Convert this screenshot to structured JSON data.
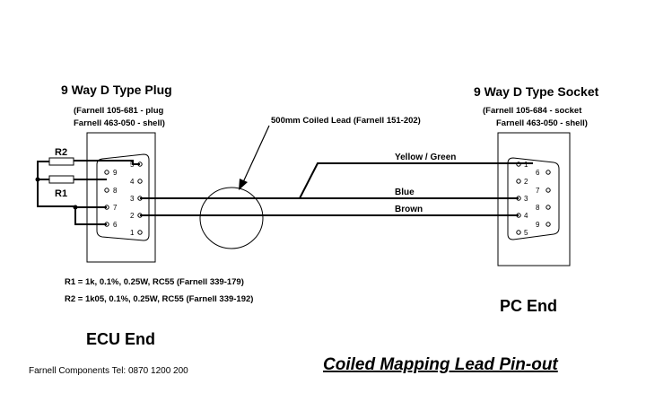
{
  "left_connector": {
    "title": "9 Way D Type Plug",
    "part_line1": "(Farnell 105-681 - plug",
    "part_line2": "Farnell 463-050 - shell)",
    "top_row_pins": [
      "5",
      "4",
      "3",
      "2",
      "1"
    ],
    "bottom_row_pins": [
      "9",
      "8",
      "7",
      "6"
    ]
  },
  "right_connector": {
    "title": "9 Way D Type Socket",
    "part_line1": "(Farnell 105-684  - socket",
    "part_line2": "Farnell 463-050 - shell)",
    "top_row_pins": [
      "1",
      "2",
      "3",
      "4",
      "5"
    ],
    "bottom_row_pins": [
      "6",
      "7",
      "8",
      "9"
    ]
  },
  "cable_label": "500mm Coiled Lead (Farnell 151-202)",
  "wires": [
    "Yellow / Green",
    "Blue",
    "Brown"
  ],
  "resistors": [
    "R2",
    "R1"
  ],
  "resistor_notes": [
    "R1 = 1k, 0.1%, 0.25W, RC55 (Farnell 339-179)",
    "R2 = 1k05, 0.1%, 0.25W, RC55 (Farnell 339-192)"
  ],
  "ecu_end_label": "ECU End",
  "pc_end_label": "PC End",
  "footer_contact": "Farnell Components Tel: 0870 1200 200",
  "title": "Coiled Mapping Lead Pin-out"
}
